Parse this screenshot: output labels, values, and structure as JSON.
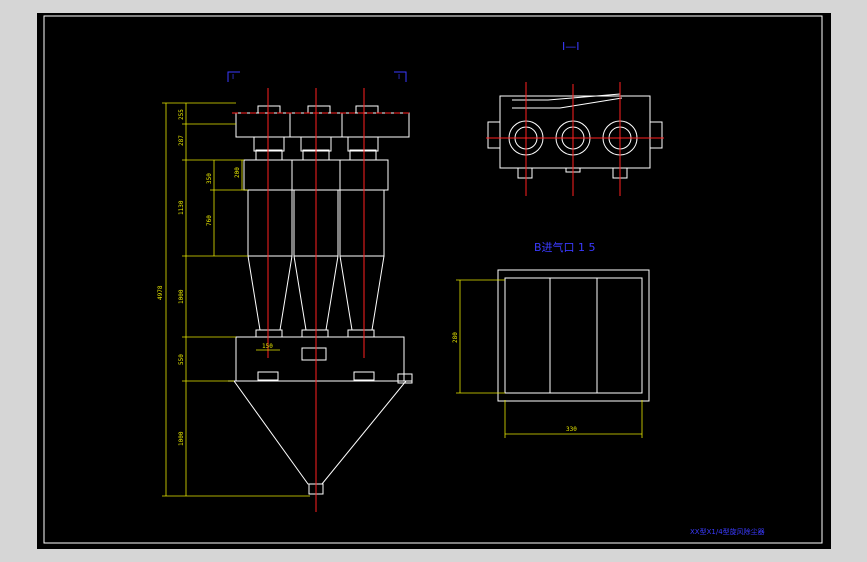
{
  "colors": {
    "sheet": "#000000",
    "frame": "#ffffff",
    "outline": "#ffffff",
    "centerline": "#ff2020",
    "dimension": "#e6e600",
    "annotation": "#3a3aff",
    "background": "#d6d6d6"
  },
  "annotations": {
    "section_marker_left": "I",
    "section_marker_right": "I",
    "view_label_top_right": "I—I",
    "inlet_view_label": "B进气口 1 5",
    "title_block_text": "XX型X1/4型旋风除尘器"
  },
  "dimensions": {
    "overall_height": "4978",
    "seg_1": "255",
    "seg_2": "287",
    "seg_3": "1130",
    "seg_3a": "350",
    "seg_3b": "200",
    "seg_3c": "760",
    "seg_4": "1000",
    "seg_5": "550",
    "seg_6": "1000",
    "outlet_width": "150",
    "inlet_height": "280",
    "inlet_width": "330"
  }
}
